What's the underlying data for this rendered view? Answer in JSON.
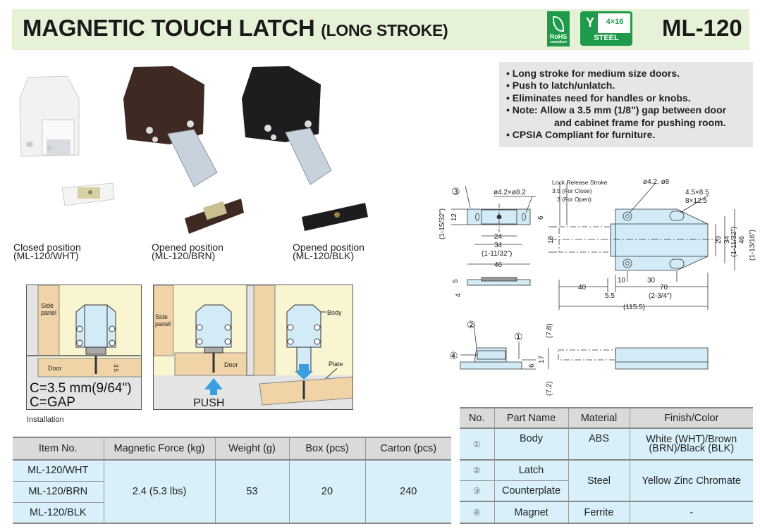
{
  "header": {
    "title": "MAGNETIC TOUCH LATCH",
    "subtitle": "(LONG STROKE)",
    "model": "ML-120",
    "rohs_badge": {
      "label": "RoHS",
      "sub": "compliant",
      "icon": "leaf-icon"
    },
    "screw_badge": {
      "size": "4×16",
      "label": "STEEL",
      "icon": "screw-icon"
    },
    "accent_color": "#1e9a4a",
    "band_color": "#e6f2d8"
  },
  "features": [
    "Long stroke for medium size doors.",
    "Push to latch/unlatch.",
    "Eliminates need for handles or knobs.",
    "Note: Allow a 3.5 mm (1/8\") gap between door",
    "and cabinet frame for pushing room.",
    "CPSIA Compliant for furniture."
  ],
  "products": [
    {
      "caption": "Closed position",
      "code": "(ML-120/WHT)"
    },
    {
      "caption": "Opened position",
      "code": "(ML-120/BRN)"
    },
    {
      "caption": "Opened position",
      "code": "(ML-120/BLK)"
    }
  ],
  "installation": {
    "label": "Installation",
    "side_panel": "Side panel",
    "side_panel_l1": "Side",
    "side_panel_l2": "panel",
    "door": "Door",
    "gap_dim": "3.5",
    "gap_line1": "C=3.5 mm(9/64\")",
    "gap_line2": "C=GAP",
    "push": "PUSH",
    "body": "Body",
    "plate": "Plate"
  },
  "drawing": {
    "counterplate": {
      "callout": "③",
      "hole": "ø4.2×ø8.2",
      "height_in": "(1-15/32\")",
      "h12": "12",
      "h6": "6",
      "w24": "24",
      "w34": "34",
      "w34_in": "(1-11/32\")",
      "w46": "46",
      "t5": "5",
      "t4": "4"
    },
    "latch": {
      "lock_release": "Lock Release Stroke",
      "close": "3.5 (For Close)",
      "open": "3 (For Open)",
      "hole": "ø4.2, ø8",
      "slot1": "4.5×8.5",
      "slot2": "8×12.5",
      "d18": "18",
      "d23": "23",
      "d34": "34",
      "d34_in": "(1-11/32\")",
      "d46": "46",
      "d46_in": "(1-13/16\")",
      "d10": "10",
      "d30": "30",
      "d40": "40",
      "d70": "70",
      "d5_5": "5.5",
      "d70_in": "(2-3/4\")",
      "total": "(115.5)"
    },
    "side": {
      "c2": "②",
      "c1": "①",
      "c4": "④",
      "d7_8": "(7.8)",
      "d17": "17",
      "d6": "6",
      "d7_2": "(7.2)"
    }
  },
  "spec_table": {
    "headers": [
      "Item No.",
      "Magnetic Force (kg)",
      "Weight (g)",
      "Box (pcs)",
      "Carton (pcs)"
    ],
    "items": [
      "ML-120/WHT",
      "ML-120/BRN",
      "ML-120/BLK"
    ],
    "force": "2.4 (5.3 lbs)",
    "weight": "53",
    "box": "20",
    "carton": "240"
  },
  "parts_table": {
    "headers": [
      "No.",
      "Part Name",
      "Material",
      "Finish/Color"
    ],
    "rows": [
      {
        "no": "①",
        "name": "Body",
        "material": "ABS",
        "finish": "White (WHT)/Brown (BRN)/Black (BLK)"
      },
      {
        "no": "②",
        "name": "Latch",
        "material": "Steel",
        "finish": "Yellow Zinc Chromate"
      },
      {
        "no": "③",
        "name": "Counterplate"
      },
      {
        "no": "④",
        "name": "Magnet",
        "material": "Ferrite",
        "finish": "-"
      }
    ]
  }
}
